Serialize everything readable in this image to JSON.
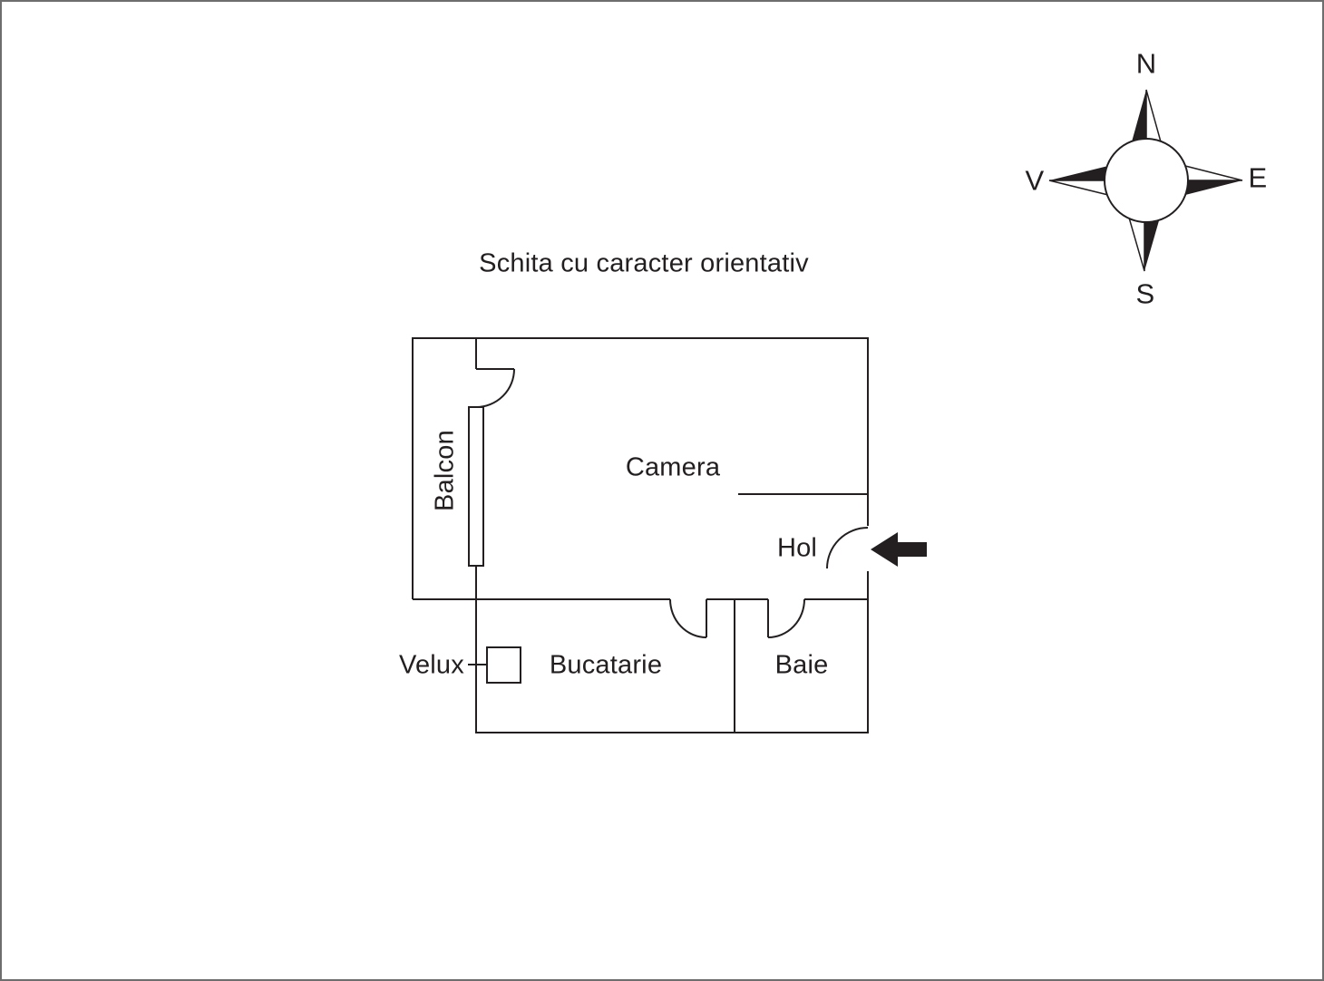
{
  "title": "Schita cu caracter orientativ",
  "rooms": {
    "balcon": "Balcon",
    "camera": "Camera",
    "hol": "Hol",
    "bucatarie": "Bucatarie",
    "baie": "Baie"
  },
  "annotations": {
    "velux": "Velux"
  },
  "compass": {
    "north": "N",
    "east": "E",
    "south": "S",
    "west": "V"
  },
  "colors": {
    "line": "#231f20",
    "background": "#ffffff",
    "frame_border": "#6e6e6e"
  },
  "icons": {
    "entrance_arrow": "left-arrow"
  }
}
